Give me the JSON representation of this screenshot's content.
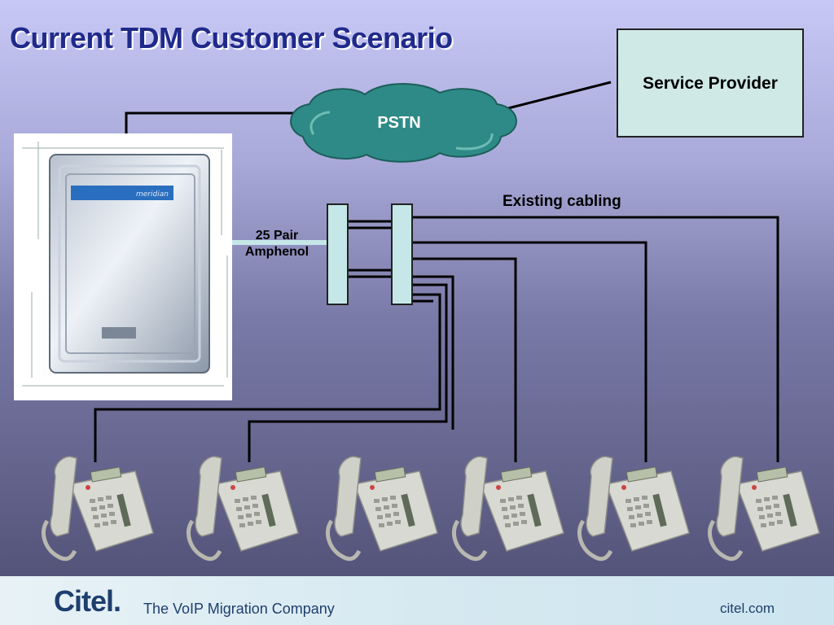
{
  "slide": {
    "title": "Current TDM Customer Scenario",
    "service_provider_label": "Service Provider",
    "pstn_label": "PSTN",
    "existing_cabling_label": "Existing cabling",
    "amphenol_label_line1": "25 Pair",
    "amphenol_label_line2": "Amphenol",
    "pbx_nameplate": "meridian"
  },
  "footer": {
    "logo": "Citel.",
    "tagline": "The VoIP Migration Company",
    "site": "citel.com"
  },
  "colors": {
    "title": "#1f2a8a",
    "cloud": "#2e8a86",
    "box_fill": "#cfe9e6",
    "footer_text": "#1e3e6e"
  },
  "icons": [
    "pstn-cloud-icon",
    "pbx-cabinet-icon",
    "desk-phone-icon"
  ]
}
